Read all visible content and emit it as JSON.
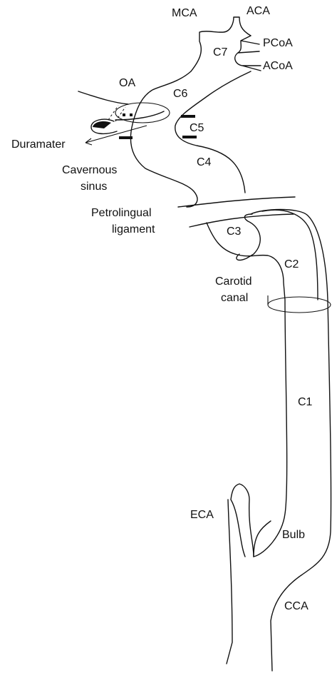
{
  "labels": {
    "mca": "MCA",
    "aca": "ACA",
    "pcoa": "PCoA",
    "acoa": "ACoA",
    "c7": "C7",
    "oa": "OA",
    "c6": "C6",
    "c5": "C5",
    "duramater": "Duramater",
    "c4": "C4",
    "cavernous_1": "Cavernous",
    "cavernous_2": "sinus",
    "petrolingual_1": "Petrolingual",
    "petrolingual_2": "ligament",
    "c3": "C3",
    "c2": "C2",
    "carotid_1": "Carotid",
    "carotid_2": "canal",
    "c1": "C1",
    "eca": "ECA",
    "bulb": "Bulb",
    "cca": "CCA"
  },
  "colors": {
    "stroke": "#111111",
    "background": "#ffffff"
  }
}
